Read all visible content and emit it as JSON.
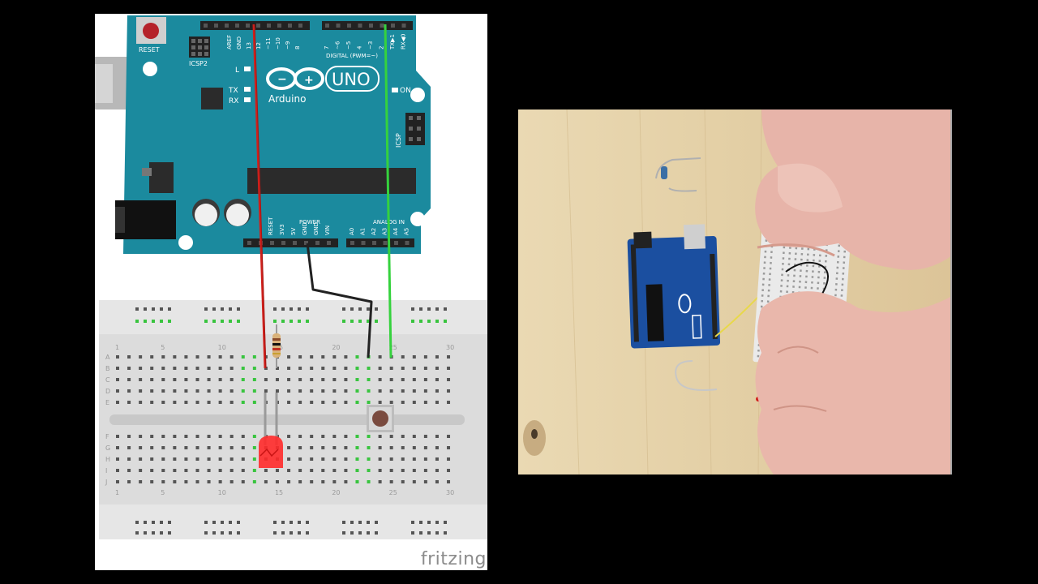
{
  "arduino": {
    "reset": "RESET",
    "icsp2": "ICSP2",
    "icsp": "ICSP",
    "l": "L",
    "tx": "TX",
    "rx": "RX",
    "on": "ON",
    "uno": "UNO",
    "brand": "Arduino",
    "digital": "DIGITAL (PWM=~)",
    "power": "POWER",
    "analog": "ANALOG IN",
    "top_pins": [
      "AREF",
      "GND",
      "13",
      "12",
      "~11",
      "~10",
      "~9",
      "8",
      "7",
      "~6",
      "~5",
      "4",
      "~3",
      "2",
      "TX▶1",
      "RX◀0"
    ],
    "power_pins": [
      "RESET",
      "3V3",
      "5V",
      "GND",
      "GND",
      "VIN"
    ],
    "analog_pins": [
      "A0",
      "A1",
      "A2",
      "A3",
      "A4",
      "A5"
    ]
  },
  "breadboard": {
    "rows": [
      "A",
      "B",
      "C",
      "D",
      "E",
      "F",
      "G",
      "H",
      "I",
      "J"
    ],
    "columns": [
      "1",
      "5",
      "10",
      "15",
      "20",
      "25",
      "30"
    ]
  },
  "watermark": "fritzing",
  "colors": {
    "board": "#1b8a9e",
    "wire_red": "#d0201b",
    "wire_green": "#35d23d",
    "wire_black": "#222222",
    "led": "#ff2a2a"
  }
}
